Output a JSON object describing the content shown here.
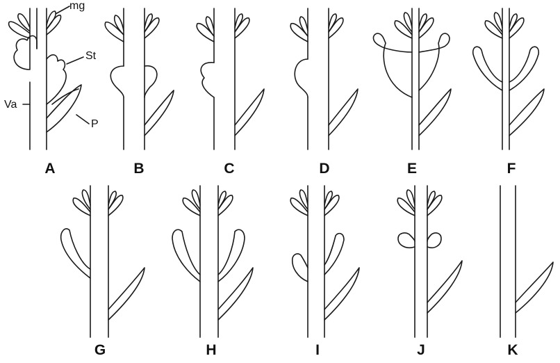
{
  "figure": {
    "panels": [
      "A",
      "B",
      "C",
      "D",
      "E",
      "F",
      "G",
      "H",
      "I",
      "J",
      "K"
    ],
    "labels": {
      "mg": "mg",
      "st": "St",
      "va": "Va",
      "p": "P"
    }
  },
  "colors": {
    "line": "#1a1a1a",
    "background": "#ffffff"
  }
}
